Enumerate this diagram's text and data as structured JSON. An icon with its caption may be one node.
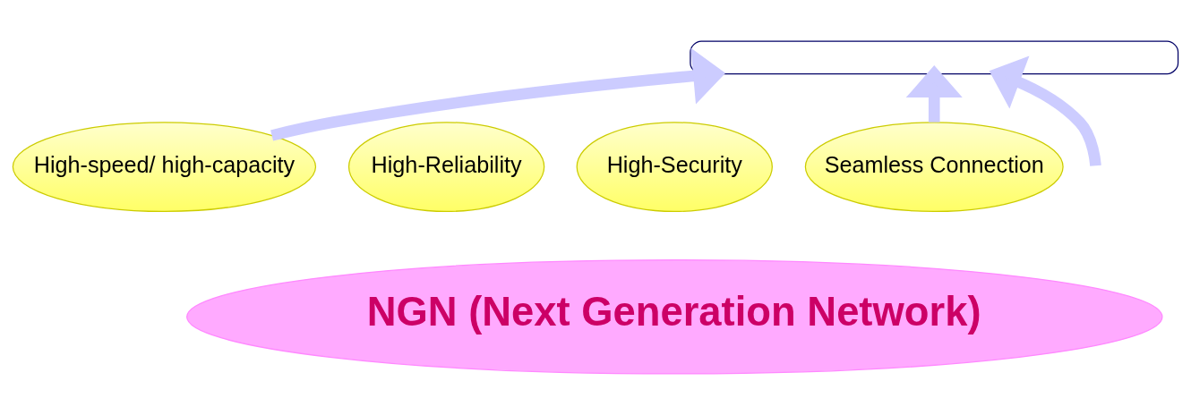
{
  "diagram": {
    "nodes": [
      {
        "text": [],
        "shape": "box"
      },
      {
        "text": [
          "NGN (Next Generation Network)"
        ]
      },
      {
        "text": [
          "High-speed/ high-capacity"
        ]
      },
      {
        "text": [
          "High-Reliability"
        ]
      },
      {
        "text": [
          "High-Security"
        ]
      },
      {
        "text": [
          "Seamless Connection"
        ]
      }
    ],
    "edges": [
      {
        "from": 2,
        "to": 0,
        "arrow": "to"
      },
      {
        "from": null,
        "to": 0,
        "arrow": "to"
      },
      {
        "from": 5,
        "to": 0,
        "arrow": "to"
      }
    ]
  }
}
